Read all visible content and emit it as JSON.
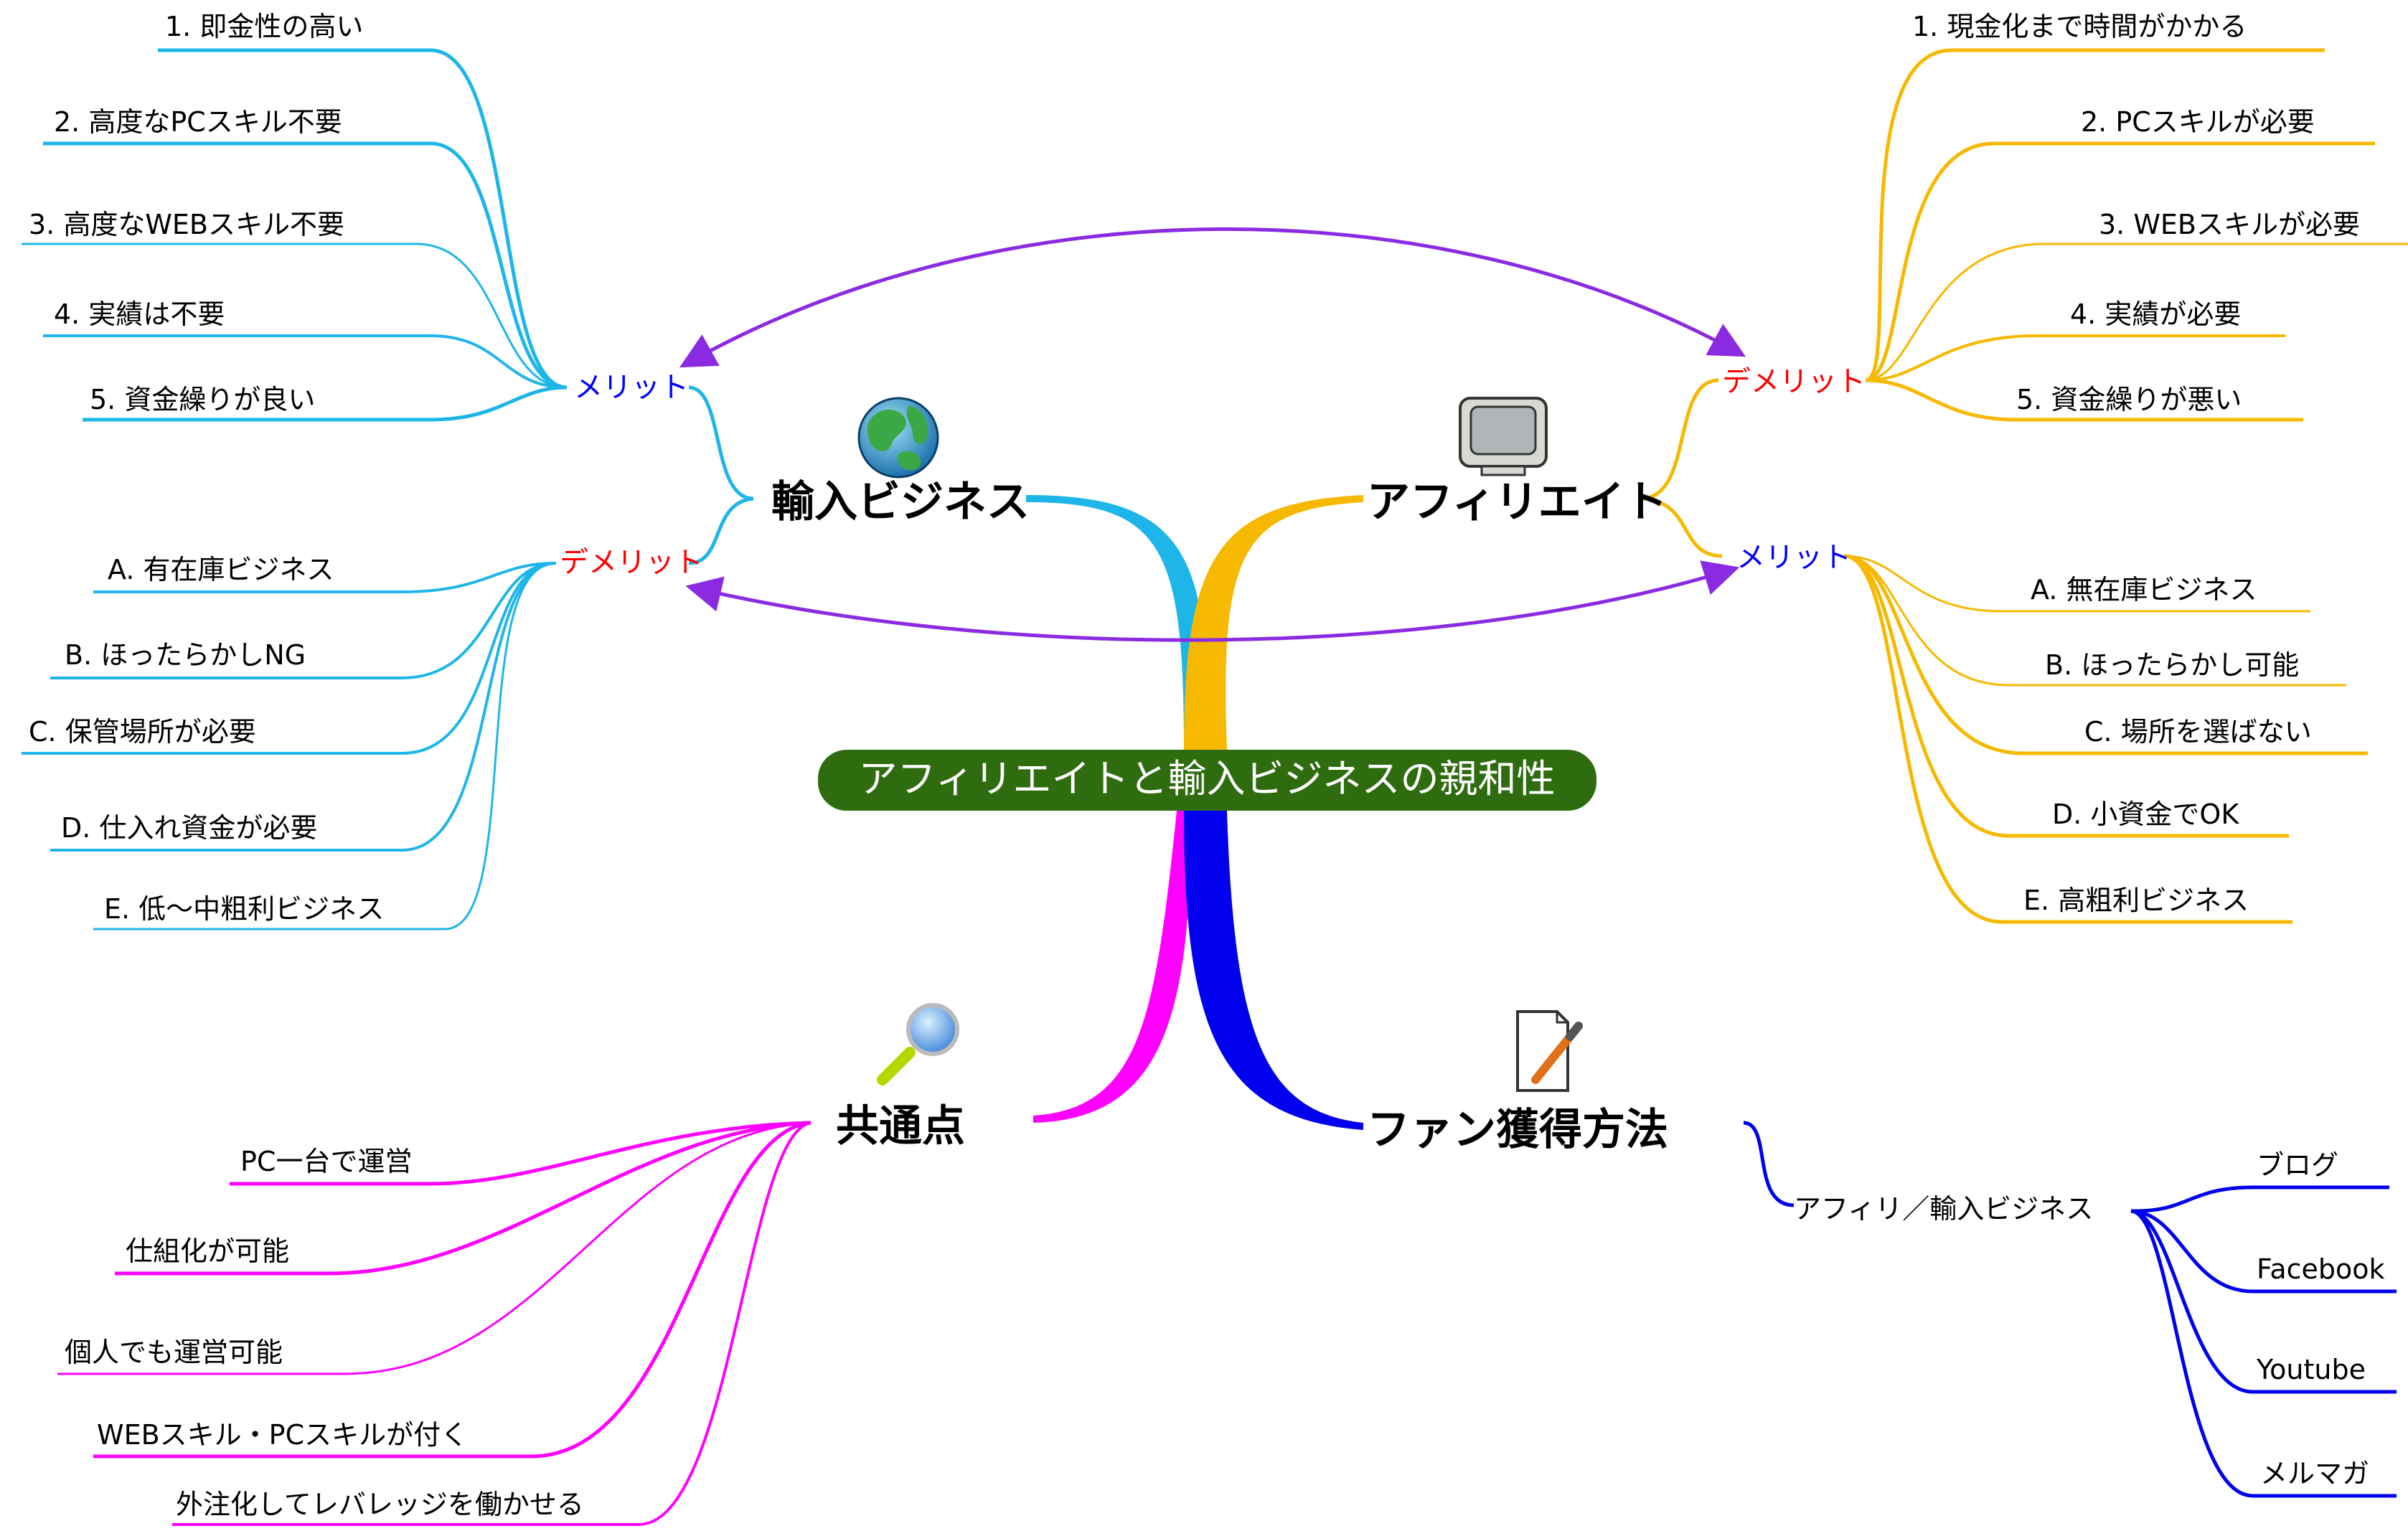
{
  "center": {
    "title": "アフィリエイトと輸入ビジネスの親和性"
  },
  "colors": {
    "import": "#1eb6e8",
    "affiliate": "#f7b800",
    "common": "#ff00ff",
    "fan": "#0000ee",
    "center_fill": "#2f6b0f",
    "link_arrow": "#8a2be2",
    "merit_text": "#0000ff",
    "demerit_text": "#ff0000"
  },
  "import_business": {
    "label": "輸入ビジネス",
    "icon": "globe-icon",
    "merit_label": "メリット",
    "merits": [
      "1.  即金性の高い",
      "2.  高度なPCスキル不要",
      "3.  高度なWEBスキル不要",
      "4.  実績は不要",
      "5.  資金繰りが良い"
    ],
    "demerit_label": "デメリット",
    "demerits": [
      "A.  有在庫ビジネス",
      "B.  ほったらかしNG",
      "C.  保管場所が必要",
      "D.  仕入れ資金が必要",
      "E.  低～中粗利ビジネス"
    ]
  },
  "affiliate": {
    "label": "アフィリエイト",
    "icon": "monitor-icon",
    "demerit_label": "デメリット",
    "demerits": [
      "1.  現金化まで時間がかかる",
      "2.  PCスキルが必要",
      "3.  WEBスキルが必要",
      "4.  実績が必要",
      "5.  資金繰りが悪い"
    ],
    "merit_label": "メリット",
    "merits": [
      "A.  無在庫ビジネス",
      "B.  ほったらかし可能",
      "C.  場所を選ばない",
      "D.  小資金でOK",
      "E.  高粗利ビジネス"
    ]
  },
  "common": {
    "label": "共通点",
    "icon": "magnifier-icon",
    "items": [
      "PC一台で運営",
      "仕組化が可能",
      "個人でも運営可能",
      "WEBスキル・PCスキルが付く",
      "外注化してレバレッジを働かせる"
    ]
  },
  "fan": {
    "label": "ファン獲得方法",
    "icon": "document-pencil-icon",
    "sub_label": "アフィリ／輸入ビジネス",
    "items": [
      "ブログ",
      "Facebook",
      "Youtube",
      "メルマガ"
    ]
  }
}
